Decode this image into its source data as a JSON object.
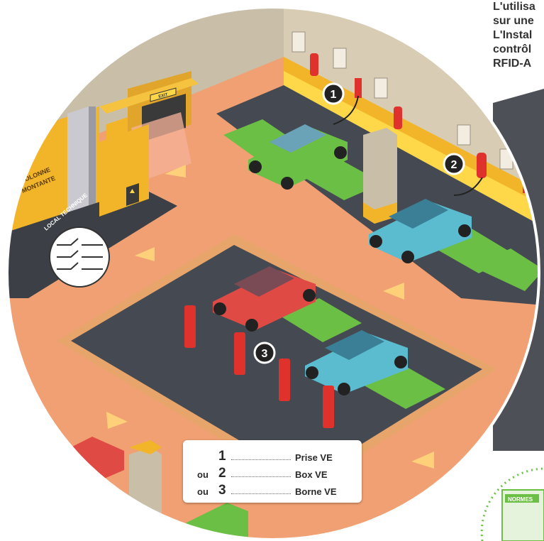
{
  "intro_text": [
    "L'utilisa",
    "sur une",
    "L'Instal",
    "contrôl",
    "RFID-A"
  ],
  "scene": {
    "exit_sign": "EXIT",
    "riser_label_line1": "COLONNE",
    "riser_label_line2": "MONTANTE",
    "technical_room_label": "LOCAL TECHNIQUE",
    "badges": [
      "1",
      "2",
      "3"
    ],
    "normes_label": "NORMES"
  },
  "legend": {
    "rows": [
      {
        "prefix": "",
        "number": "1",
        "label": "Prise VE"
      },
      {
        "prefix": "ou",
        "number": "2",
        "label": "Box VE"
      },
      {
        "prefix": "ou",
        "number": "3",
        "label": "Borne VE"
      }
    ]
  },
  "colors": {
    "floor_orange": "#f0a072",
    "parking_asphalt": "#454a52",
    "wall_yellow": "#f2b52a",
    "wall_beige": "#d2c7b0",
    "ev_green": "#6cbf45",
    "charger_red": "#e0322c"
  }
}
